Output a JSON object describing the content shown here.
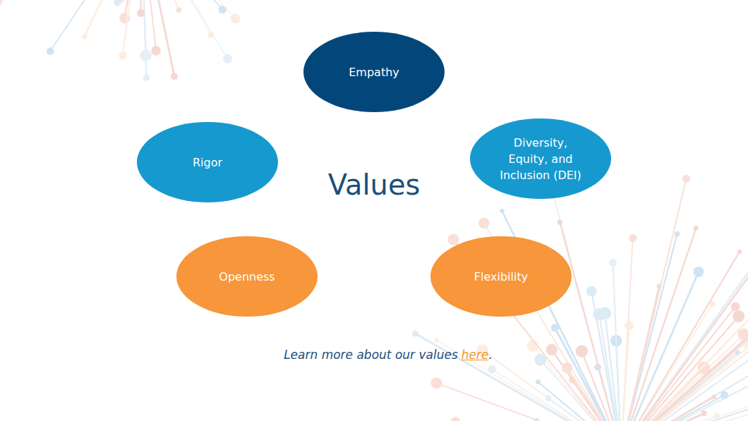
{
  "diagram": {
    "title": "Values",
    "nodes": [
      {
        "text": [
          "Empathy"
        ]
      },
      {
        "text": [
          "Rigor"
        ]
      },
      {
        "text": [
          "Diversity, Equity, and Inclusion (DEI)"
        ]
      },
      {
        "text": [
          "Openness"
        ]
      },
      {
        "text": [
          "Flexibility"
        ]
      }
    ],
    "labels": [
      "Learn more about our values",
      "here",
      "."
    ]
  }
}
